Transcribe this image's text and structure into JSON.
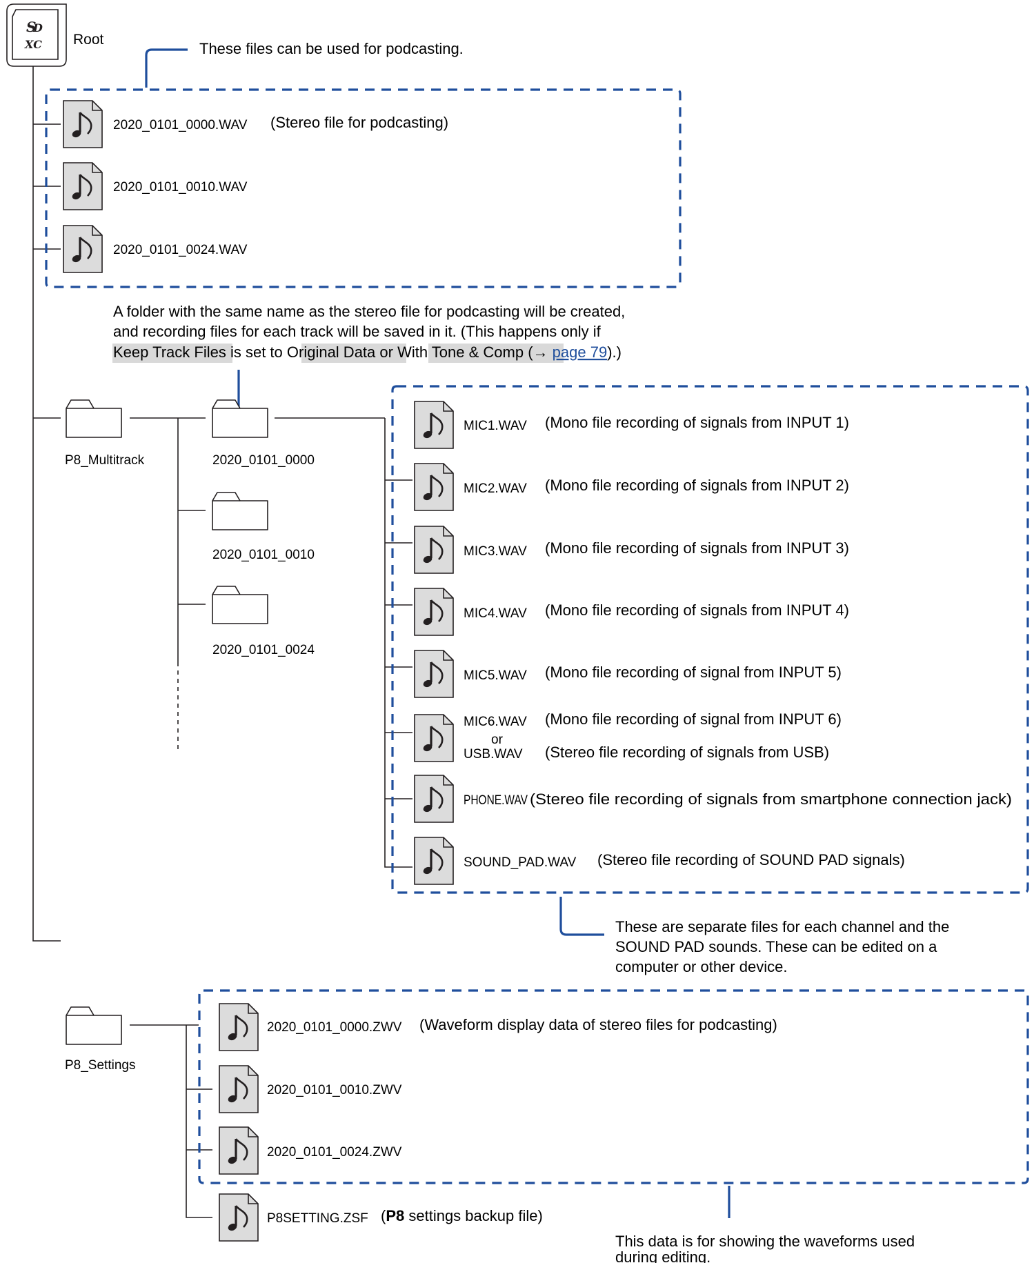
{
  "colors": {
    "accent": "#1f4e9c",
    "line": "#231f20",
    "icon_fill": "#dcdcdc",
    "highlight": "#d9d9d9"
  },
  "icons": {
    "card": "sdxc-card-icon",
    "file": "audio-file-icon",
    "folder": "folder-icon"
  },
  "root": {
    "card_text": "XC",
    "label": "Root"
  },
  "podcast_files": {
    "callout": "These files can be used for podcasting.",
    "files": [
      {
        "name": "2020_0101_0000.WAV",
        "desc": "(Stereo file for podcasting)"
      },
      {
        "name": "2020_0101_0010.WAV",
        "desc": ""
      },
      {
        "name": "2020_0101_0024.WAV",
        "desc": ""
      }
    ]
  },
  "folder_note": {
    "line1": "A folder with the same name as the stereo file for podcasting will be created,",
    "line2": "and recording files for each track will be saved in it. (This happens only if",
    "line3": {
      "setting": "Keep Track Files",
      "mid1": " is set to ",
      "value1": "Original Data",
      "mid2": " or ",
      "value2": "With Tone & Comp",
      "pre_link": " (→ ",
      "link": "page 79",
      "post_link": ").)"
    }
  },
  "multitrack": {
    "folder_label": "P8_Multitrack",
    "subfolders": [
      "2020_0101_0000",
      "2020_0101_0010",
      "2020_0101_0024"
    ],
    "files": [
      {
        "name": "MIC1.WAV",
        "desc": "(Mono file recording of signals from INPUT 1)"
      },
      {
        "name": "MIC2.WAV",
        "desc": "(Mono file recording of signals from INPUT 2)"
      },
      {
        "name": "MIC3.WAV",
        "desc": "(Mono file recording of signals from INPUT 3)"
      },
      {
        "name": "MIC4.WAV",
        "desc": "(Mono file recording of signals from INPUT 4)"
      },
      {
        "name": "MIC5.WAV",
        "desc": "(Mono file recording of signal from INPUT 5)"
      },
      {
        "name": "PHONE.WAV",
        "desc": "(Stereo file recording of signals from smartphone connection jack)"
      },
      {
        "name": "SOUND_PAD.WAV",
        "desc": "(Stereo file recording of SOUND PAD signals)"
      }
    ],
    "alt_file": {
      "name1": "MIC6.WAV",
      "desc1": "(Mono file recording of signal from INPUT 6)",
      "or": "or",
      "name2": "USB.WAV",
      "desc2": "(Stereo file recording of signals from USB)"
    },
    "callout": [
      "These are separate files for each channel and the",
      "SOUND PAD sounds. These can be edited on a",
      "computer or other device."
    ]
  },
  "settings": {
    "folder_label": "P8_Settings",
    "files": [
      {
        "name": "2020_0101_0000.ZWV",
        "desc": "(Waveform display data of stereo files for podcasting)"
      },
      {
        "name": "2020_0101_0010.ZWV",
        "desc": ""
      },
      {
        "name": "2020_0101_0024.ZWV",
        "desc": ""
      }
    ],
    "backup": {
      "name": "P8SETTING.ZSF",
      "open": "(",
      "bold": "P8",
      "rest": " settings backup file)"
    },
    "callout": [
      "This data is for showing the waveforms used",
      "during editing."
    ]
  }
}
